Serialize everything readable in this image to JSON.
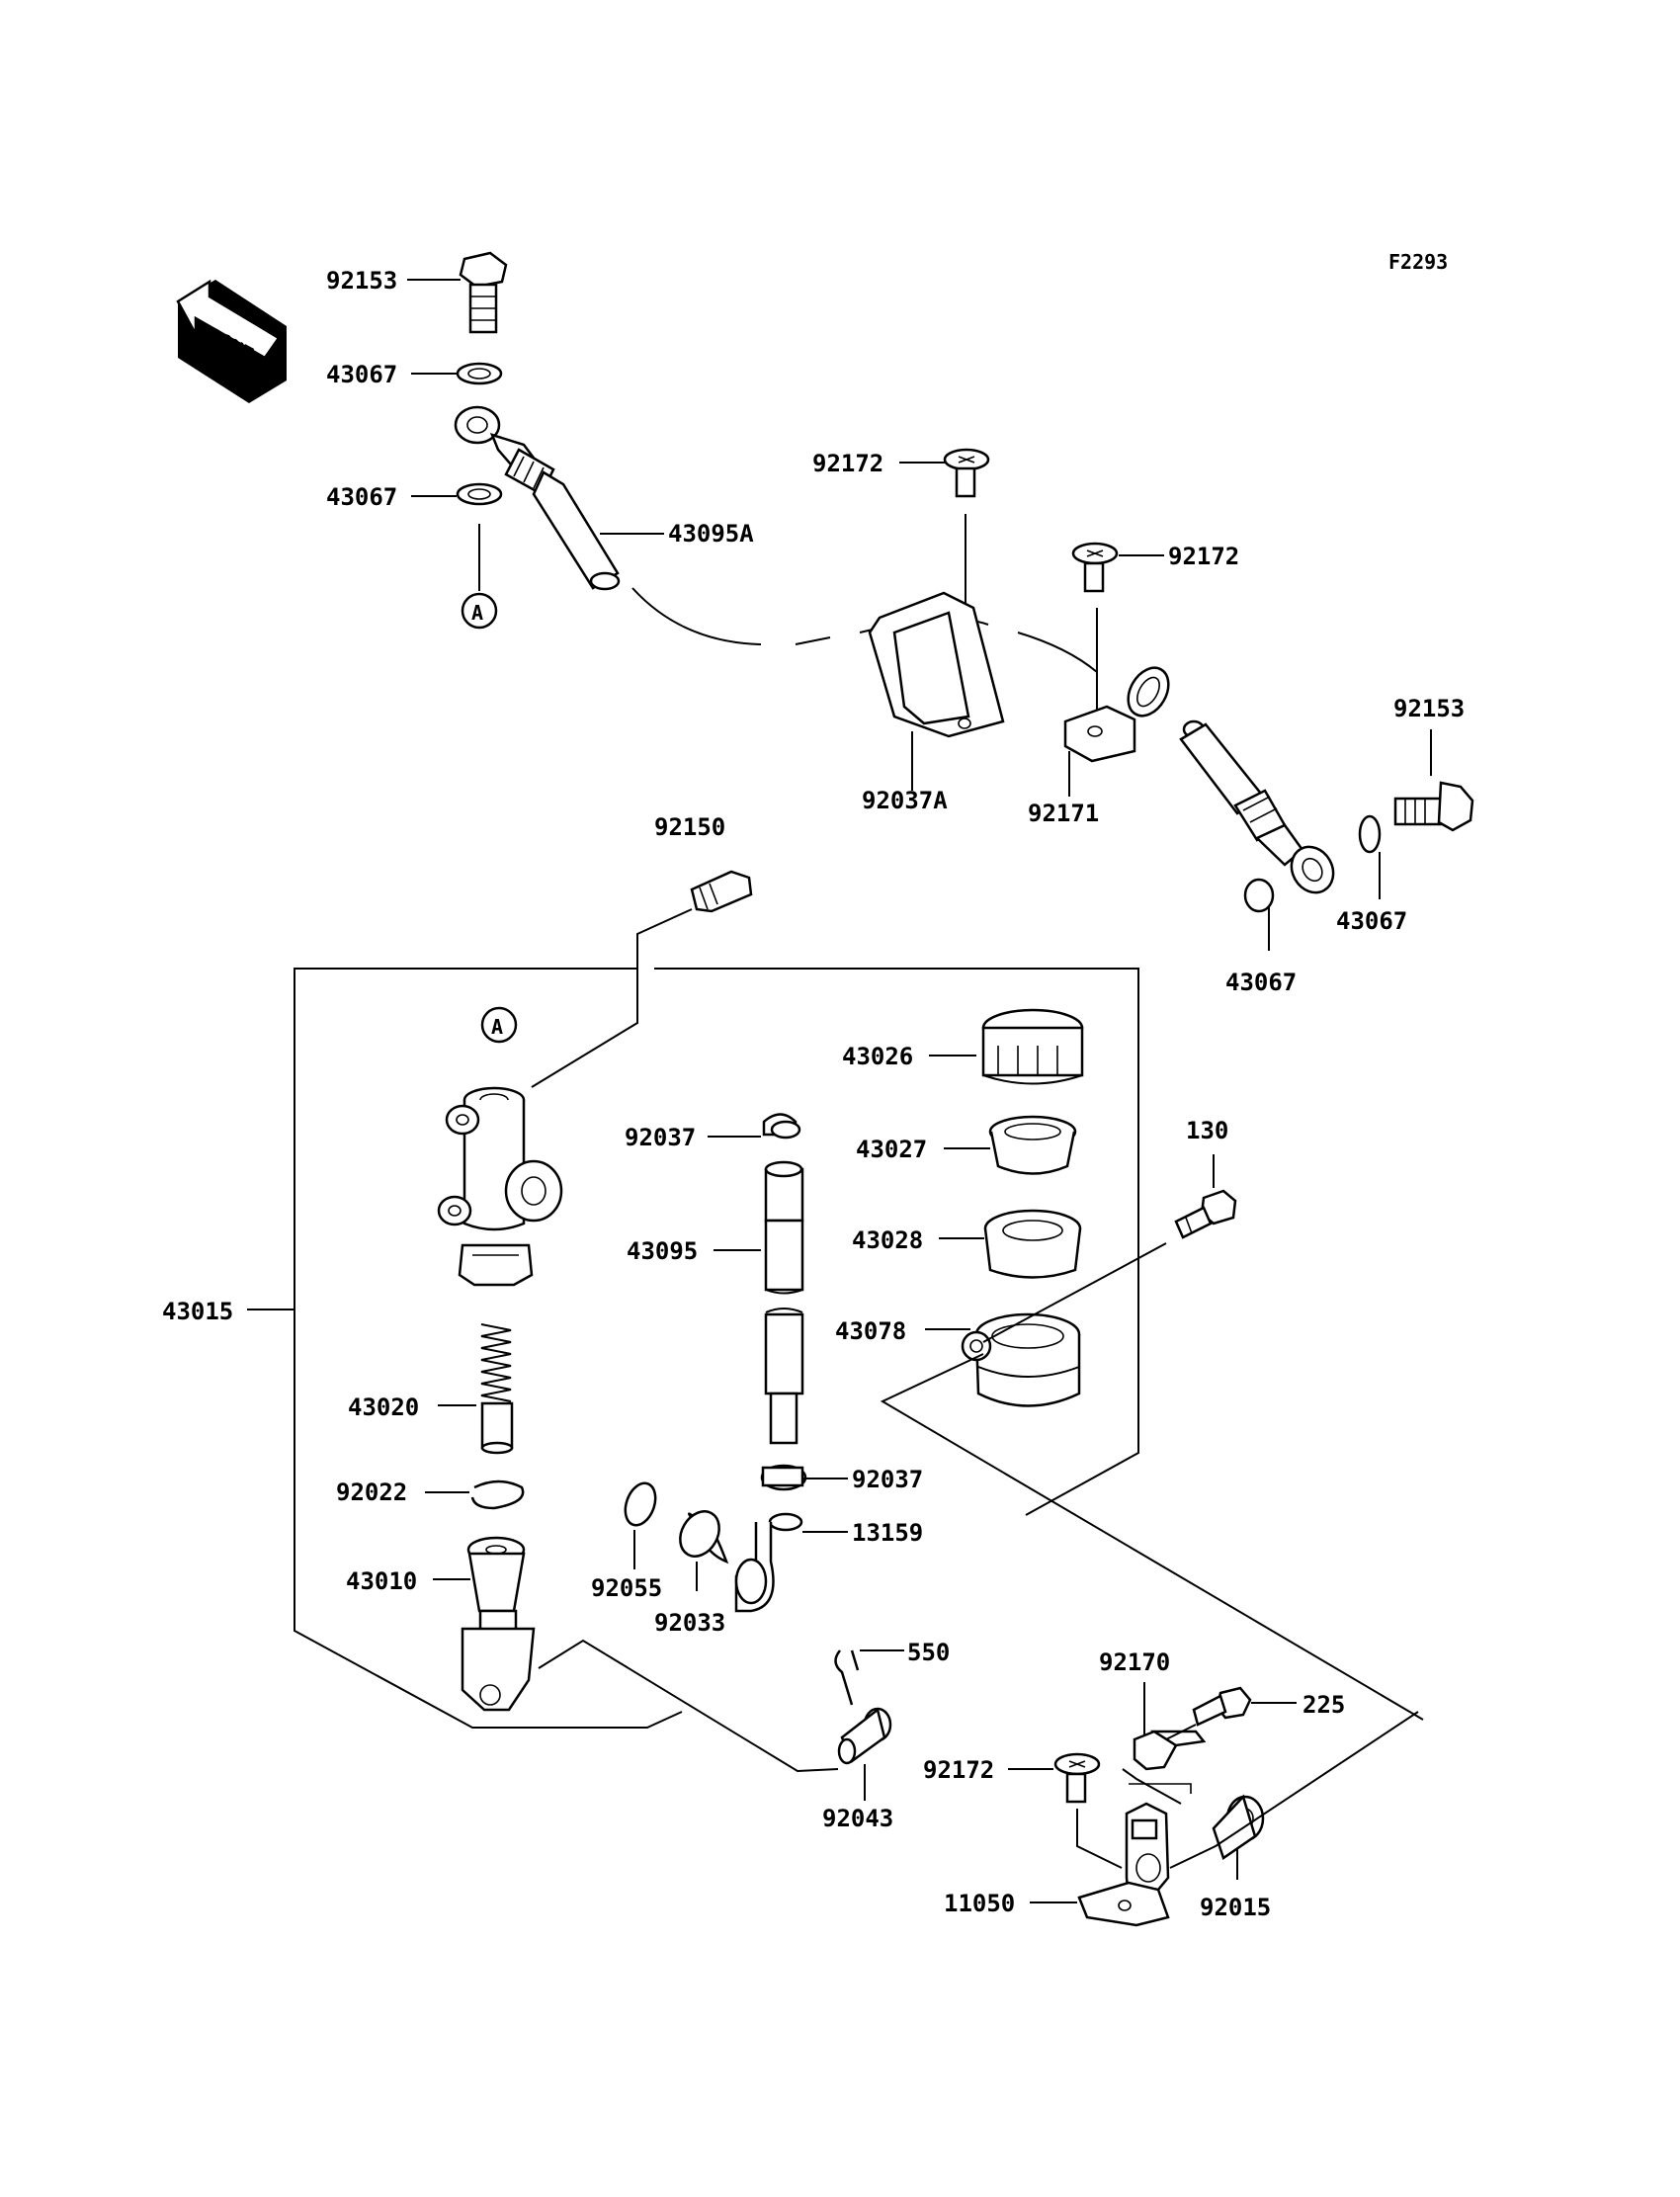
{
  "figure_code": "F2293",
  "front_label": "FRONT",
  "ref_marker": "A",
  "labels": {
    "p92153_top": "92153",
    "p43067_a": "43067",
    "p43067_b": "43067",
    "p43095A": "43095A",
    "p92172_a": "92172",
    "p92172_b": "92172",
    "p92037A": "92037A",
    "p92171": "92171",
    "p92153_right": "92153",
    "p43067_c": "43067",
    "p43067_d": "43067",
    "p92150": "92150",
    "p43015": "43015",
    "p43026": "43026",
    "p43027": "43027",
    "p43028": "43028",
    "p43078": "43078",
    "p92037_a": "92037",
    "p43095": "43095",
    "p92037_b": "92037",
    "p13159": "13159",
    "p130": "130",
    "p43020": "43020",
    "p92022": "92022",
    "p43010": "43010",
    "p92055": "92055",
    "p92033": "92033",
    "p550": "550",
    "p92043": "92043",
    "p92170": "92170",
    "p225": "225",
    "p92172_c": "92172",
    "p11050": "11050",
    "p92015": "92015"
  }
}
